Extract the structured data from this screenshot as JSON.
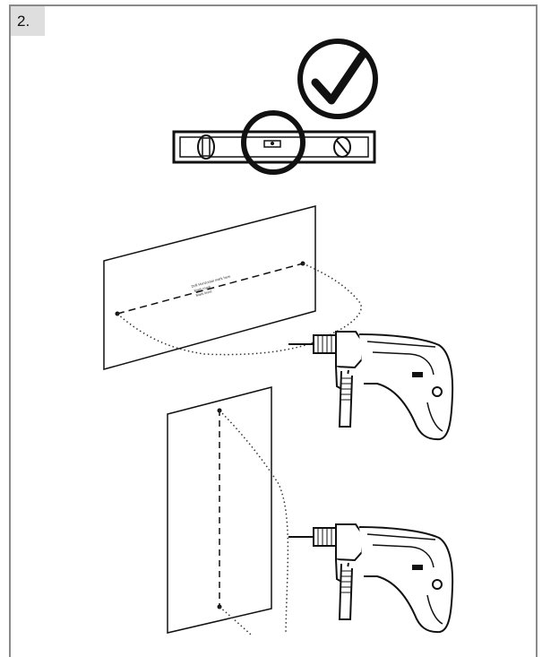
{
  "step": {
    "number_label": "2."
  },
  "icons": {
    "checkmark": "checkmark-circle-icon",
    "spirit_level": "spirit-level-icon",
    "drill": "power-drill-icon"
  },
  "panels": {
    "horizontal_mark_text": [
      "Drill Horizontal mark here",
      "Mark mark",
      "Mark level"
    ]
  },
  "colors": {
    "line": "#111111",
    "frame": "#8a8a8a",
    "badge_bg": "#dedede"
  }
}
